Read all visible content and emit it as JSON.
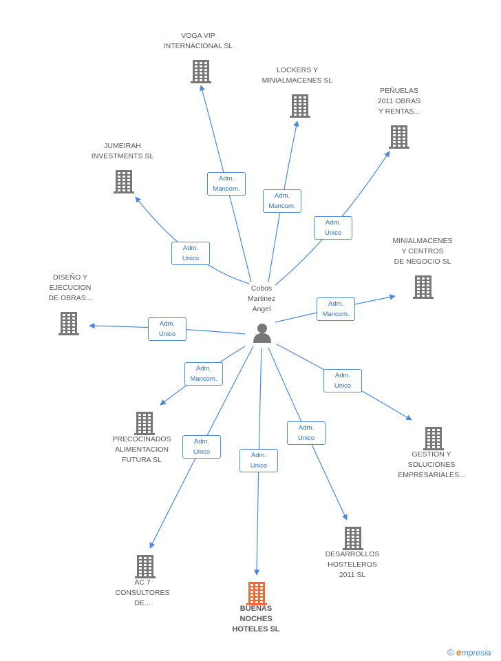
{
  "center": {
    "name_lines": [
      "Cobos",
      "Martinez",
      "Angel"
    ],
    "icon": "person-icon"
  },
  "colors": {
    "edge": "#4a89dc",
    "company": "#777777",
    "highlight": "#f06a35"
  },
  "companies": [
    {
      "lines": [
        "VOGA VIP",
        "INTERNACIONAL SL"
      ],
      "role": [
        "Adm.",
        "Mancom."
      ],
      "highlight": false
    },
    {
      "lines": [
        "LOCKERS Y",
        "MINIALMACENES SL"
      ],
      "role": [
        "Adm.",
        "Mancom."
      ],
      "highlight": false
    },
    {
      "lines": [
        "PEÑUELAS",
        "2011 OBRAS",
        "Y RENTAS..."
      ],
      "role": [
        "Adm.",
        "Unico"
      ],
      "highlight": false
    },
    {
      "lines": [
        "JUMEIRAH",
        "INVESTMENTS SL"
      ],
      "role": [
        "Adm.",
        "Unico"
      ],
      "highlight": false
    },
    {
      "lines": [
        "MINIALMACENES",
        "Y CENTROS",
        "DE NEGOCIO SL"
      ],
      "role": [
        "Adm.",
        "Mancom."
      ],
      "highlight": false
    },
    {
      "lines": [
        "DISEÑO Y",
        "EJECUCION",
        "DE OBRAS..."
      ],
      "role": [
        "Adm.",
        "Unico"
      ],
      "highlight": false
    },
    {
      "lines": [
        "PRECOCINADOS",
        "ALIMENTACION",
        "FUTURA SL"
      ],
      "role": [
        "Adm.",
        "Mancom."
      ],
      "highlight": false
    },
    {
      "lines": [
        "GESTION Y",
        "SOLUCIONES",
        "EMPRESARIALES..."
      ],
      "role": [
        "Adm.",
        "Unico"
      ],
      "highlight": false
    },
    {
      "lines": [
        "DESARROLLOS",
        "HOSTELEROS",
        "2011 SL"
      ],
      "role": [
        "Adm.",
        "Unico"
      ],
      "highlight": false
    },
    {
      "lines": [
        "AC 7",
        "CONSULTORES",
        "DE..."
      ],
      "role": [
        "Adm.",
        "Unico"
      ],
      "highlight": false
    },
    {
      "lines": [
        "BUENAS",
        "NOCHES",
        "HOTELES SL"
      ],
      "role": [
        "Adm.",
        "Unico"
      ],
      "highlight": true
    }
  ],
  "brand": {
    "copyright": "©",
    "e": "e",
    "rest": "mpresia"
  }
}
